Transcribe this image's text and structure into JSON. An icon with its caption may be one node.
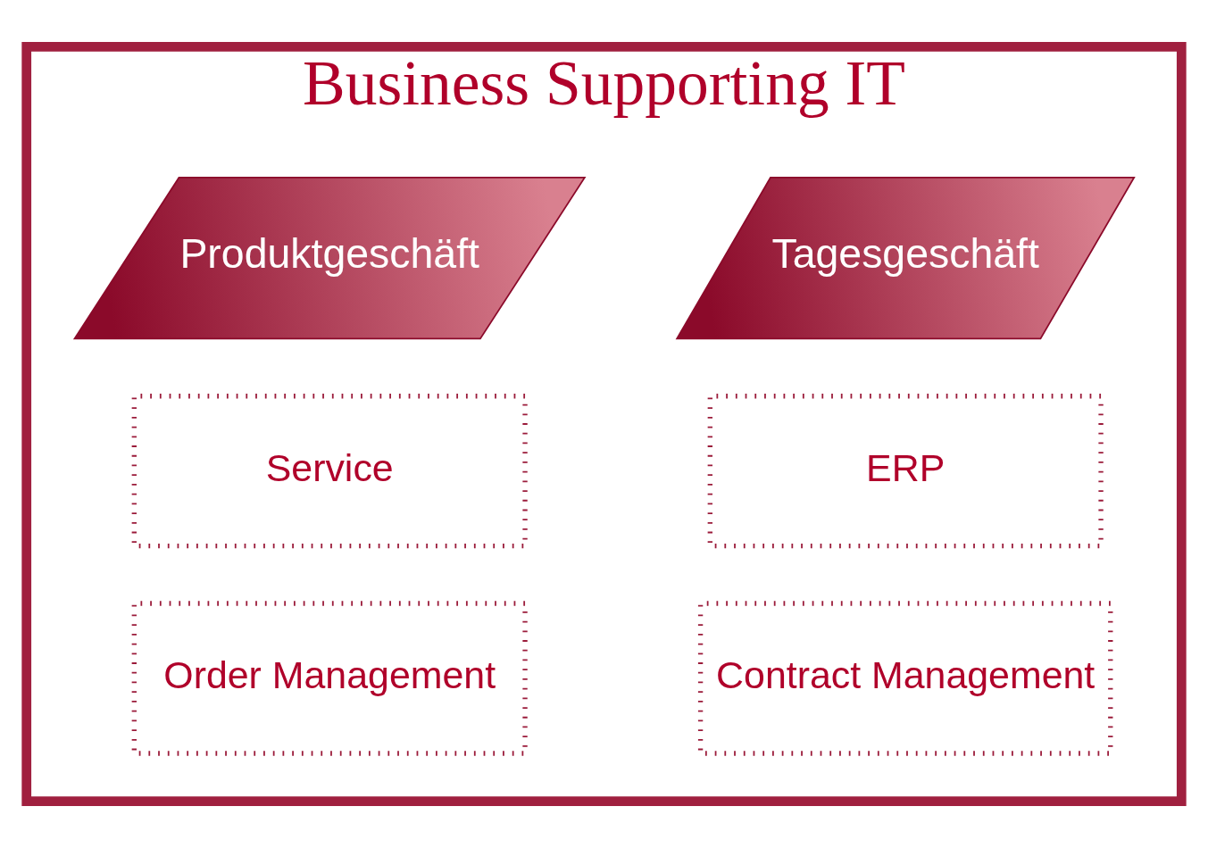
{
  "diagram": {
    "nodes": [
      {
        "text": [
          "Business Supporting IT"
        ]
      },
      {
        "text": [
          "Tagesgeschäft"
        ],
        "in": 0
      },
      {
        "text": [
          "Produktgeschäft"
        ],
        "in": 0
      },
      {
        "text": [
          "ERP"
        ],
        "in": 0
      },
      {
        "text": [
          "Service"
        ],
        "in": 0
      },
      {
        "text": [
          "Contract Management"
        ],
        "in": 0
      },
      {
        "text": [
          "Order Management"
        ],
        "in": 0
      }
    ],
    "edges": []
  }
}
